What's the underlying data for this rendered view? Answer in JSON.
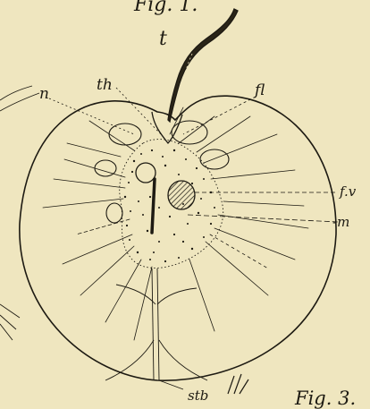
{
  "figure": {
    "top_caption": "Fig. 1.",
    "bottom_caption": "Fig. 3."
  },
  "labels": {
    "t": "t",
    "th": "th",
    "fl": "fl",
    "n": "n",
    "fv": "f.v",
    "m": "-m",
    "stb": "stb"
  },
  "colors": {
    "paper": "#efe6bf",
    "ink": "#1d1a12"
  }
}
